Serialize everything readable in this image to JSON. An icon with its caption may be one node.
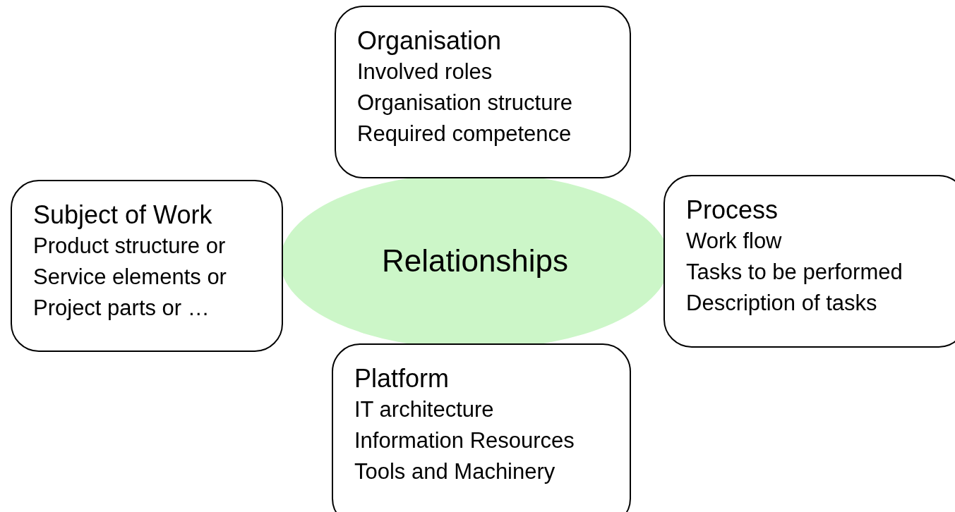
{
  "diagram": {
    "nodes": [
      {
        "text": [
          "Organisation",
          "Involved roles",
          "Organisation structure",
          "Required competence"
        ]
      },
      {
        "text": [
          "Subject of Work",
          "Product structure or",
          "Service elements or",
          "Project parts or …"
        ]
      },
      {
        "text": [
          "Relationships"
        ]
      },
      {
        "text": [
          "Process",
          "Work flow",
          "Tasks to be performed",
          "Description of tasks"
        ]
      },
      {
        "text": [
          "Platform",
          "IT architecture",
          "Information Resources",
          "Tools and Machinery"
        ]
      }
    ]
  }
}
